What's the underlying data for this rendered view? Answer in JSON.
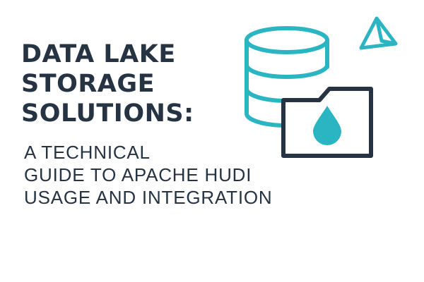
{
  "title": {
    "lines": [
      "DATA LAKE",
      "STORAGE",
      "SOLUTIONS:"
    ]
  },
  "subtitle": {
    "lines": [
      "A TECHNICAL",
      "GUIDE TO APACHE HUDI",
      "USAGE AND INTEGRATION"
    ]
  },
  "colors": {
    "text": "#263343",
    "accent": "#2bb5c2",
    "background": "#ffffff"
  },
  "icons": [
    "database-icon",
    "folder-icon",
    "water-drop-icon",
    "triangle-logo-icon"
  ]
}
